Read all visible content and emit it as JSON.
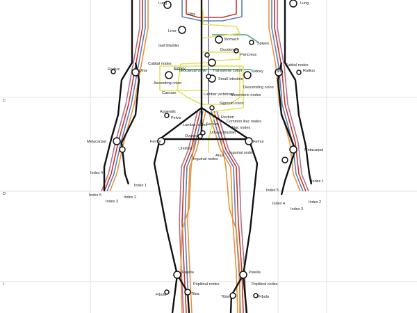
{
  "diagram": {
    "colors": {
      "skeleton": "#111111",
      "digestive": "#e6e05a",
      "artery": "#c0392b",
      "vein": "#5b7fb5",
      "nerve": "#e8923a",
      "lymph": "#b07090",
      "kidney": "#4aa37a",
      "spine": "#7b6aa8"
    },
    "grid_letters": [
      "C",
      "D",
      "I"
    ],
    "labels": [
      "Lung",
      "Lung",
      "Ribs",
      "Liver",
      "Stomach",
      "Spleen",
      "Gall bladder",
      "Duodenum",
      "Pancreas",
      "Cubital nodes",
      "Kidney",
      "Ileocaecal valve",
      "Transverse colon",
      "Small intestine",
      "Kidney",
      "Ascending colon",
      "Descending colon",
      "Caecum",
      "Lumbar vertebrae",
      "Mesenteric nodes",
      "Sigmoid colon",
      "Appendix",
      "Pelvis",
      "Rectum",
      "Common iliac nodes",
      "Iliac nodes",
      "Lumbar nodes",
      "Sacrum",
      "Urinary bladder",
      "Ovaries",
      "Femur",
      "Femur",
      "Urethra",
      "Anus",
      "Inguinal nodes",
      "Inguinal nodes",
      "Radius",
      "Ulna",
      "Ulna",
      "Radius",
      "Cubital nodes",
      "Metacarpal",
      "Metacarpal",
      "Index 4",
      "Index 5",
      "Index 3",
      "Index 2",
      "Index 1",
      "Index 5",
      "Index 1",
      "Index 4",
      "Index 3",
      "Index 2",
      "Patella",
      "Popliteal nodes",
      "Tibia",
      "Fibula",
      "Patella",
      "Popliteal nodes",
      "Tibia",
      "Fibula"
    ]
  }
}
